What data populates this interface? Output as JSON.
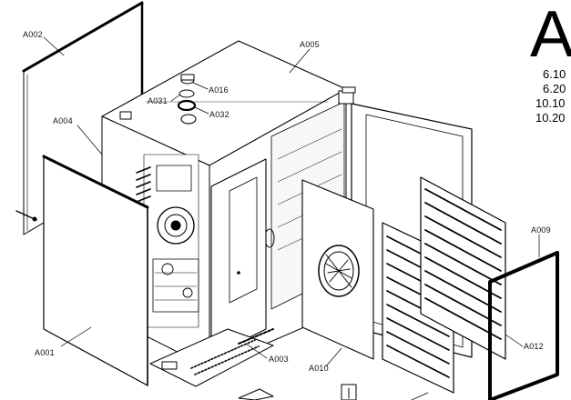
{
  "header": {
    "big_letter": "A",
    "variants": [
      "6.10",
      "6.20",
      "10.10",
      "10.20"
    ]
  },
  "callouts": {
    "a001": "A001",
    "a002": "A002",
    "a003": "A003",
    "a004": "A004",
    "a005": "A005",
    "a009": "A009",
    "a010": "A010",
    "a012": "A012",
    "a016": "A016",
    "a031": "A031",
    "a032": "A032"
  }
}
